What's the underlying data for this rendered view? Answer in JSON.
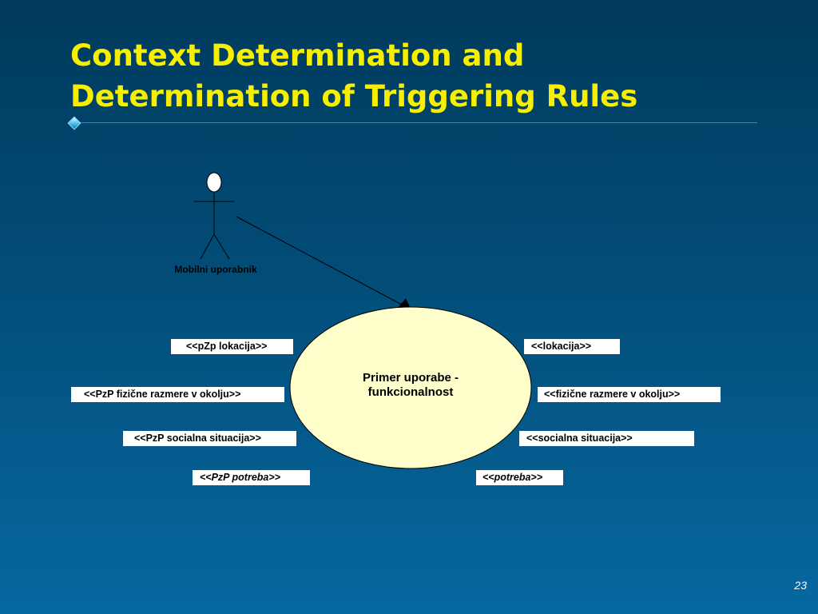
{
  "slide": {
    "title_line1": "Context Determination and",
    "title_line2": "Determination of Triggering Rules",
    "page_number": "23"
  },
  "diagram": {
    "actor": {
      "label": "Mobilni uporabnik"
    },
    "use_case": {
      "label_line1": "Primer uporabe -",
      "label_line2": "funkcionalnost"
    },
    "left_tags": [
      "<<pZp lokacija>>",
      "<<PzP fizične razmere v okolju>>",
      "<<PzP socialna situacija>>",
      "<<PzP potreba>>"
    ],
    "right_tags": [
      "<<lokacija>>",
      "<<fizične razmere v okolju>>",
      "<<socialna situacija>>",
      "<<potreba>>"
    ]
  },
  "colors": {
    "title": "#f6f000",
    "background_top": "#003a5c",
    "background_bottom": "#0668a0",
    "use_case_fill": "#ffffcc",
    "tag_fill": "#ffffff"
  }
}
